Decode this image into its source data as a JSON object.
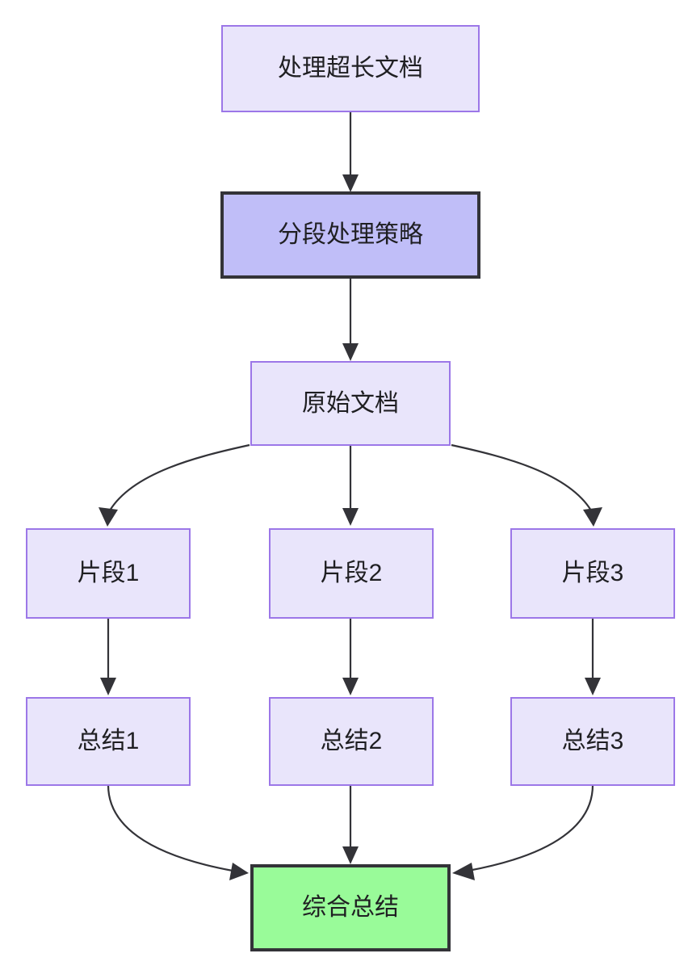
{
  "diagram": {
    "type": "flowchart",
    "direction": "top-down",
    "background_color": "#ffffff",
    "title_node": "处理超长文档",
    "nodes": [
      {
        "id": "n1",
        "label": "处理超长文档",
        "style": "plain",
        "fill": "#e9e5fb",
        "border": "#9c77e8"
      },
      {
        "id": "n2",
        "label": "分段处理策略",
        "style": "highlight",
        "fill": "#c0bef8",
        "border": "#333338"
      },
      {
        "id": "n3",
        "label": "原始文档",
        "style": "plain",
        "fill": "#e9e5fb",
        "border": "#9c77e8"
      },
      {
        "id": "n4",
        "label": "片段1",
        "style": "plain",
        "fill": "#e9e5fb",
        "border": "#9c77e8"
      },
      {
        "id": "n5",
        "label": "片段2",
        "style": "plain",
        "fill": "#e9e5fb",
        "border": "#9c77e8"
      },
      {
        "id": "n6",
        "label": "片段3",
        "style": "plain",
        "fill": "#e9e5fb",
        "border": "#9c77e8"
      },
      {
        "id": "n7",
        "label": "总结1",
        "style": "plain",
        "fill": "#e9e5fb",
        "border": "#9c77e8"
      },
      {
        "id": "n8",
        "label": "总结2",
        "style": "plain",
        "fill": "#e9e5fb",
        "border": "#9c77e8"
      },
      {
        "id": "n9",
        "label": "总结3",
        "style": "plain",
        "fill": "#e9e5fb",
        "border": "#9c77e8"
      },
      {
        "id": "n10",
        "label": "综合总结",
        "style": "final",
        "fill": "#99fb99",
        "border": "#333338"
      }
    ],
    "edges": [
      {
        "from": "处理超长文档",
        "to": "分段处理策略",
        "shape": "straight"
      },
      {
        "from": "分段处理策略",
        "to": "原始文档",
        "shape": "straight"
      },
      {
        "from": "原始文档",
        "to": "片段1",
        "shape": "curve"
      },
      {
        "from": "原始文档",
        "to": "片段2",
        "shape": "straight"
      },
      {
        "from": "原始文档",
        "to": "片段3",
        "shape": "curve"
      },
      {
        "from": "片段1",
        "to": "总结1",
        "shape": "straight"
      },
      {
        "from": "片段2",
        "to": "总结2",
        "shape": "straight"
      },
      {
        "from": "片段3",
        "to": "总结3",
        "shape": "straight"
      },
      {
        "from": "总结1",
        "to": "综合总结",
        "shape": "curve"
      },
      {
        "from": "总结2",
        "to": "综合总结",
        "shape": "straight"
      },
      {
        "from": "总结3",
        "to": "综合总结",
        "shape": "curve"
      }
    ],
    "edge_color": "#333338"
  }
}
